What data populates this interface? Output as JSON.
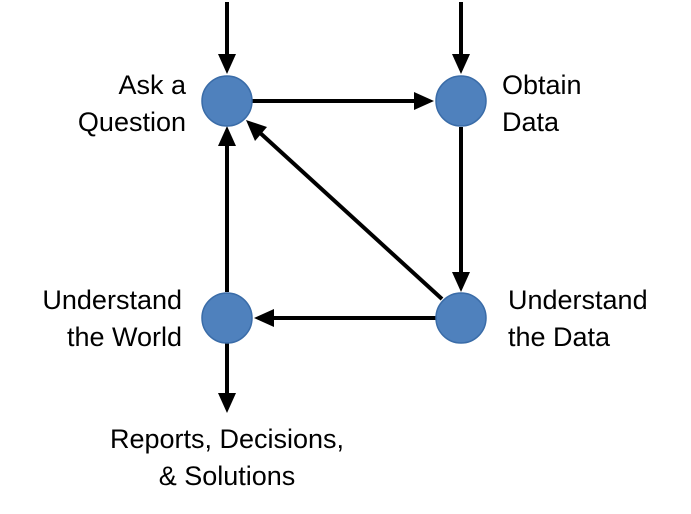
{
  "colors": {
    "node_fill": "#4f81bd",
    "node_stroke": "#3a6ca8",
    "edge": "#000000",
    "text": "#000000"
  },
  "nodes": {
    "ask": {
      "line1": "Ask a",
      "line2": "Question"
    },
    "obtain": {
      "line1": "Obtain",
      "line2": "Data"
    },
    "understand_data": {
      "line1": "Understand",
      "line2": "the Data"
    },
    "understand_world": {
      "line1": "Understand",
      "line2": "the World"
    }
  },
  "output": {
    "line1": "Reports, Decisions,",
    "line2": "& Solutions"
  },
  "edges": [
    {
      "from": "external",
      "to": "ask"
    },
    {
      "from": "external",
      "to": "obtain"
    },
    {
      "from": "ask",
      "to": "obtain"
    },
    {
      "from": "obtain",
      "to": "understand_data"
    },
    {
      "from": "understand_data",
      "to": "understand_world"
    },
    {
      "from": "understand_data",
      "to": "ask"
    },
    {
      "from": "understand_world",
      "to": "ask"
    },
    {
      "from": "understand_world",
      "to": "output"
    }
  ]
}
